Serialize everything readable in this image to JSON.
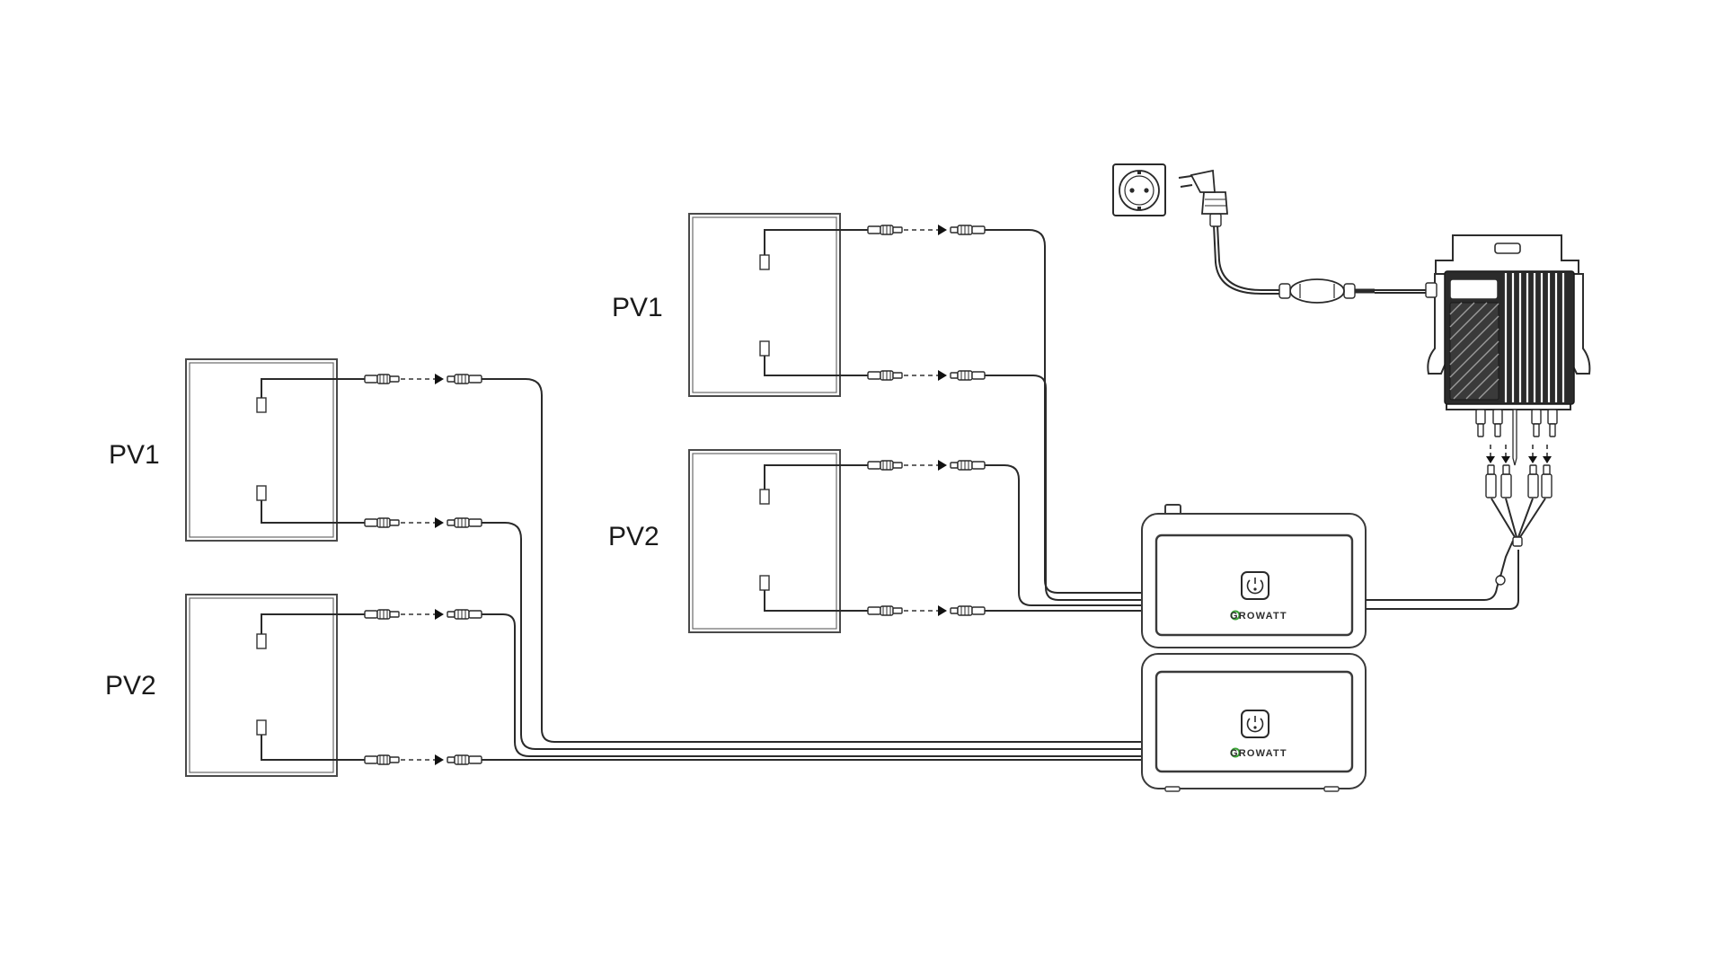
{
  "panels": {
    "left_top_label": "PV1",
    "left_bottom_label": "PV2",
    "mid_top_label": "PV1",
    "mid_bottom_label": "PV2"
  },
  "battery_units": {
    "upper_brand": "GROWATT",
    "lower_brand": "GROWATT"
  },
  "colors": {
    "brand_accent": "#3aa335",
    "line": "#2a2a2a"
  },
  "icons": {
    "socket": "schuko-wall-socket-icon",
    "plug": "schuko-plug-icon",
    "power_button": "power-button-icon"
  }
}
